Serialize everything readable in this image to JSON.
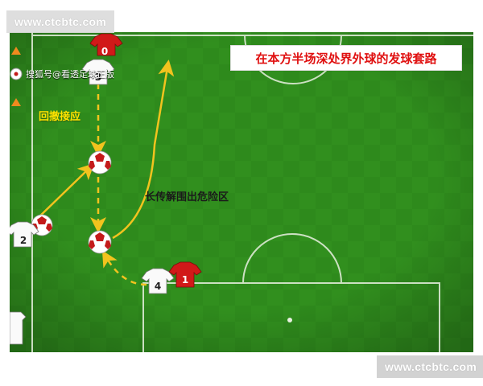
{
  "watermark_top": "www.ctcbtc.com",
  "watermark_bottom": "www.ctcbtc.com",
  "source_label": "搜狐号@看透足球正版",
  "title": "在本方半场深处界外球的发球套路",
  "labels": {
    "drop_back": "回撤接应",
    "long_clear": "长传解围出危险区"
  },
  "players": {
    "red_top": "0",
    "p3": "3",
    "p2": "2",
    "p4": "4",
    "red_1": "1"
  },
  "sidebar_icons": [
    "cone-icon",
    "ball-icon",
    "cone-icon"
  ],
  "colors": {
    "pitch": "#2f8a1e",
    "arrow_yellow": "#f2c31e",
    "title_red": "#e01010"
  }
}
